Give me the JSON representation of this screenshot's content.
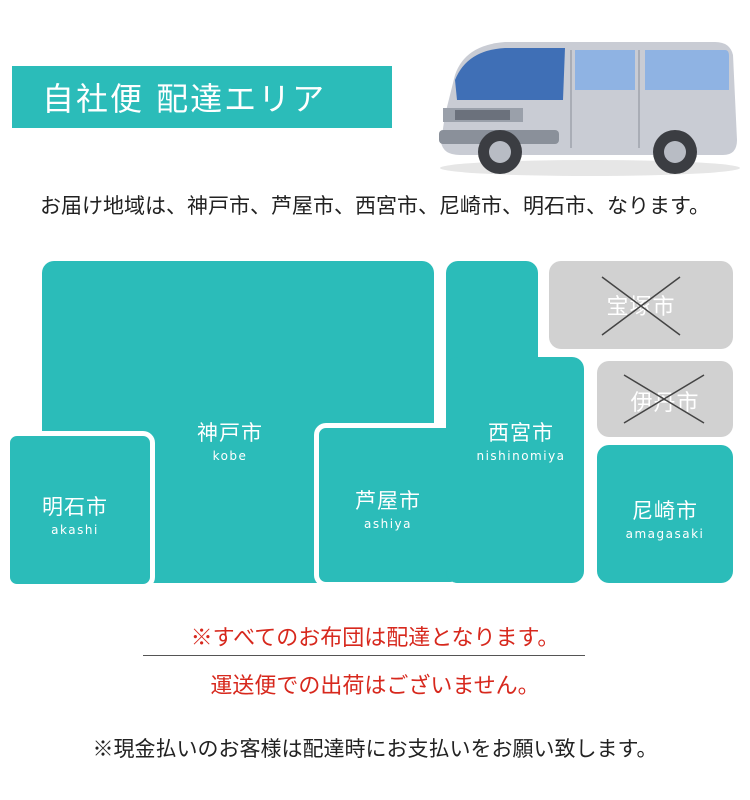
{
  "header": {
    "title": "自社便 配達エリア"
  },
  "van": {
    "icon": "delivery-van-icon"
  },
  "intro_text": "お届け地域は、神戸市、芦屋市、西宮市、尼崎市、明石市、なります。",
  "map": {
    "kobe": {
      "jp": "神戸市",
      "en": "kobe"
    },
    "akashi": {
      "jp": "明石市",
      "en": "akashi"
    },
    "ashiya": {
      "jp": "芦屋市",
      "en": "ashiya"
    },
    "nishinomiya": {
      "jp": "西宮市",
      "en": "nishinomiya"
    },
    "amagasaki": {
      "jp": "尼崎市",
      "en": "amagasaki"
    },
    "takarazuka": {
      "jp": "宝塚市",
      "excluded": true
    },
    "itami": {
      "jp": "伊丹市",
      "excluded": true
    }
  },
  "notes": {
    "line1": "※すべてのお布団は配達となります。",
    "line2": "運送便での出荷はございません。"
  },
  "footer": "※現金払いのお客様は配達時にお支払いをお願い致します。",
  "colors": {
    "teal": "#2bbcb9",
    "gray": "#d1d1d1",
    "red": "#d7281d"
  }
}
